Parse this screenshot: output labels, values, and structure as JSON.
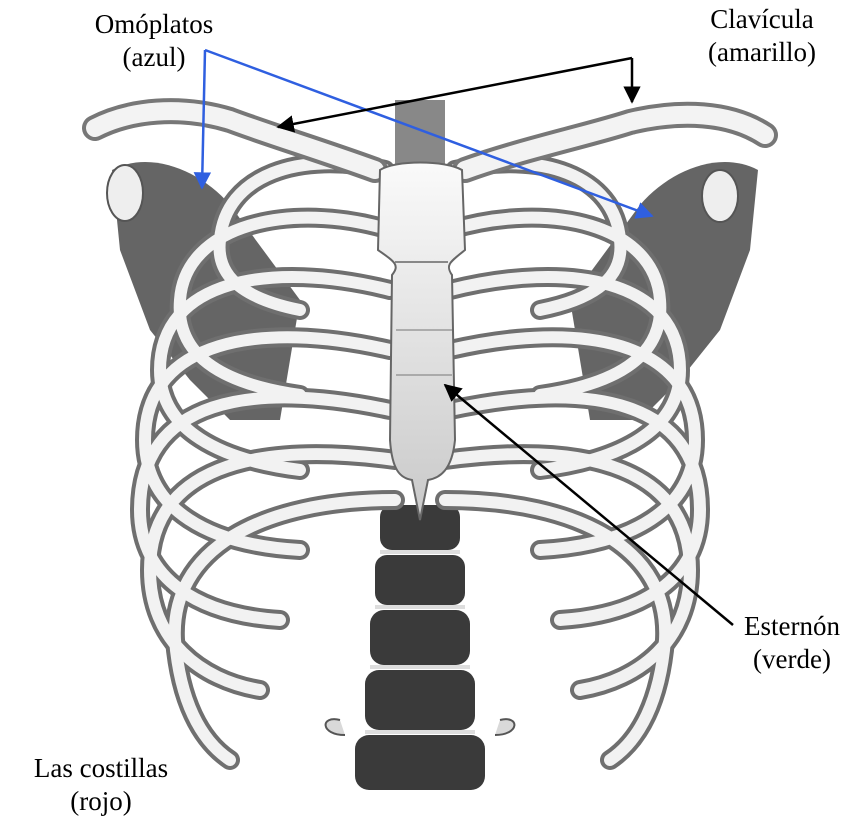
{
  "labels": {
    "omoplatos": {
      "name": "Omóplatos",
      "color_note": "(azul)"
    },
    "clavicula": {
      "name": "Clavícula",
      "color_note": "(amarillo)"
    },
    "esternon": {
      "name": "Esternón",
      "color_note": "(verde)"
    },
    "costillas": {
      "name": "Las costillas",
      "color_note": "(rojo)"
    }
  },
  "colors": {
    "blue_arrow": "#2f5fe0",
    "black_arrow": "#000000",
    "bone_light": "#f1f1f1",
    "bone_shadow": "#7a7a7a",
    "scapula_dark": "#4a4a4a",
    "vertebra_dark": "#3a3a3a"
  }
}
